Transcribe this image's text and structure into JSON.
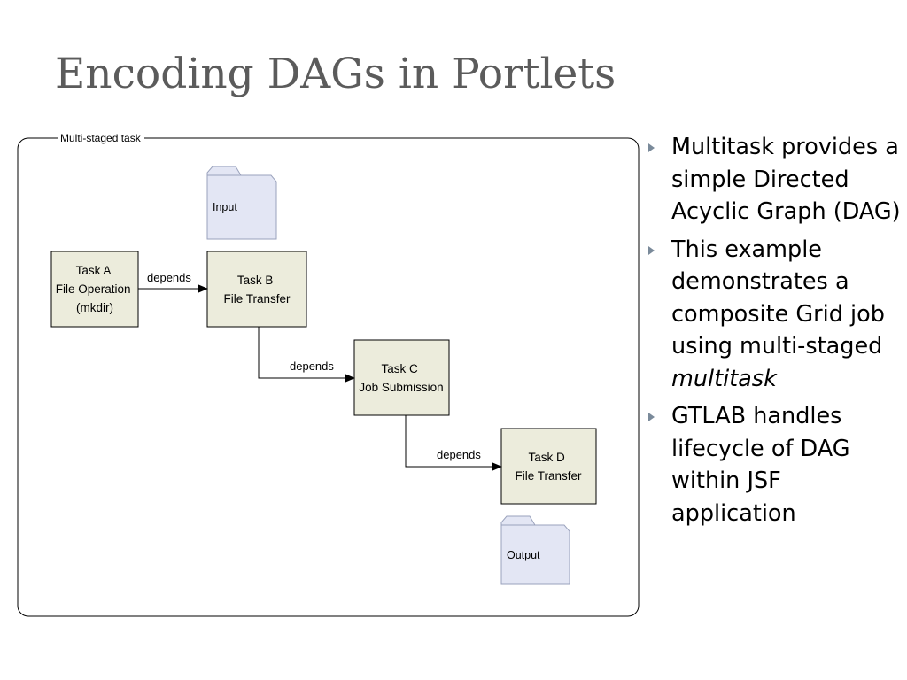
{
  "slide": {
    "title": "Encoding DAGs in Portlets"
  },
  "diagram": {
    "group_label": "Multi-staged task",
    "nodes": {
      "input": "Input",
      "output": "Output",
      "task_a": [
        "Task A",
        "File Operation",
        "(mkdir)"
      ],
      "task_b": [
        "Task B",
        "File Transfer"
      ],
      "task_c": [
        "Task C",
        "Job Submission"
      ],
      "task_d": [
        "Task D",
        "File Transfer"
      ]
    },
    "edges": [
      "depends",
      "depends",
      "depends"
    ]
  },
  "bullets": [
    {
      "text": "Multitask provides a simple Directed Acyclic Graph (DAG)"
    },
    {
      "text": "This example demonstrates a composite Grid job  using multi-staged ",
      "emphasis": "multitask"
    },
    {
      "text": "GTLAB handles lifecycle of DAG within JSF application"
    }
  ],
  "colors": {
    "title": "#5b5b5b",
    "task_fill": "#ececdc",
    "folder_fill": "#e3e6f4",
    "bullet_marker": "#7a8a9a"
  }
}
